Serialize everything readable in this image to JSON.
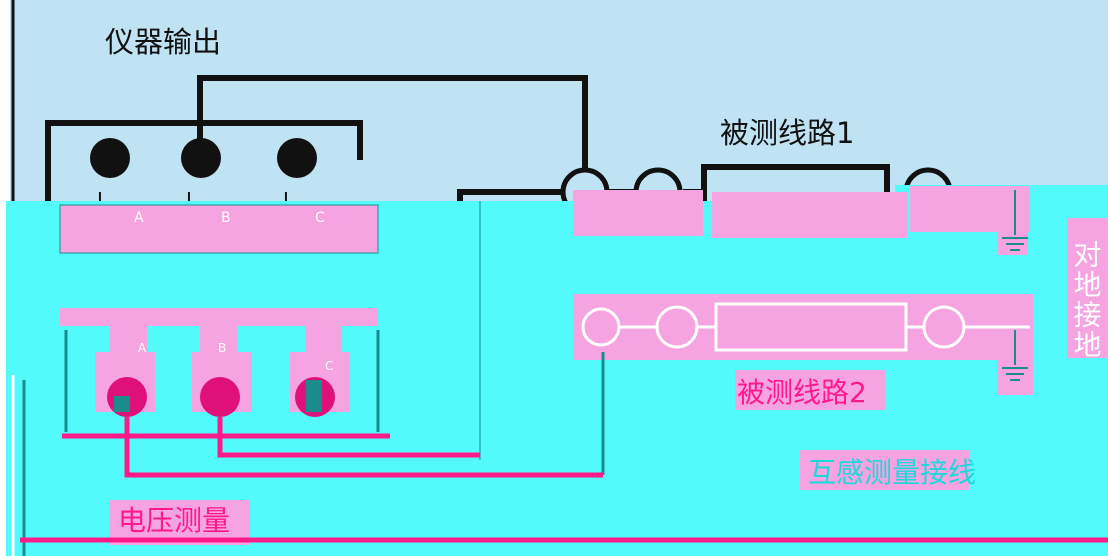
{
  "diagram": {
    "output_title": "仪器输出",
    "line1_label": "被测线路1",
    "line2_label": "被测线路2",
    "mutual_label": "互感测量接线",
    "voltage_label": "电压测量",
    "ground_label": "对地接地",
    "terminals_top": [
      "I",
      "I",
      "I"
    ],
    "terminals_top_sub": [
      "A",
      "B",
      "C"
    ],
    "terminals_bottom": [
      "A",
      "B",
      "C"
    ]
  },
  "colors": {
    "background": "#bfe3f3",
    "overlay": "#52fafa",
    "highlight": "#f5a3e1",
    "magenta": "#ff1a8c",
    "teal": "#1a8c8c",
    "wire": "#111111"
  }
}
